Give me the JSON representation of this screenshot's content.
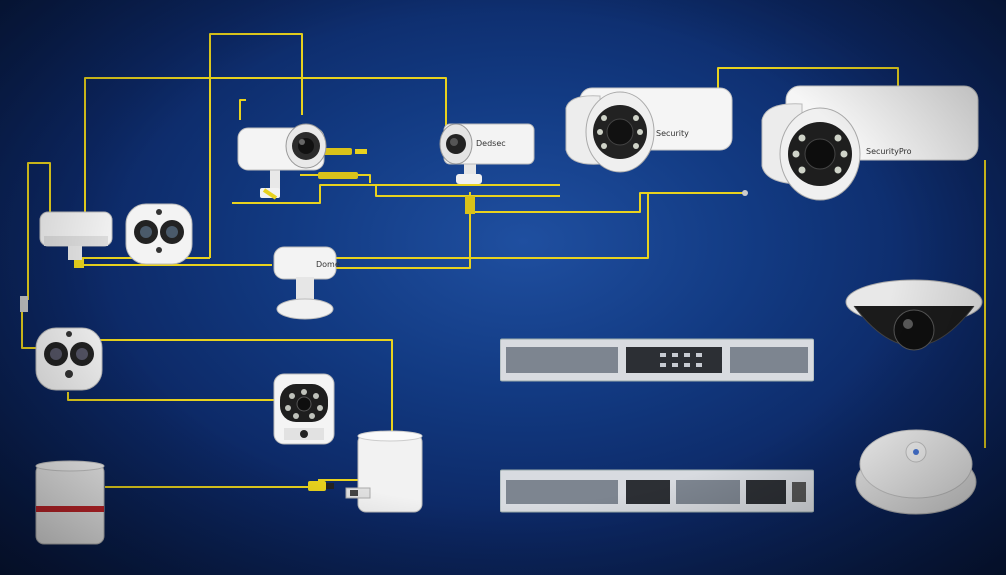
{
  "scene": {
    "description_kind": "illustration",
    "background_color": "#123a82",
    "wire_color": "#e8d21e"
  },
  "labels": {
    "bullet_camera_mid": "Dedsec",
    "bullet_camera_large_1": "Security",
    "bullet_camera_large_2": "SecurityPro",
    "ptz_camera": "Dome"
  },
  "devices": [
    {
      "name": "bullet-camera-small",
      "icon": "bullet-camera-icon"
    },
    {
      "name": "bullet-camera-mid",
      "icon": "bullet-camera-icon"
    },
    {
      "name": "bullet-camera-large-1",
      "icon": "bullet-camera-icon"
    },
    {
      "name": "bullet-camera-large-2",
      "icon": "bullet-camera-icon"
    },
    {
      "name": "sensor-hub",
      "icon": "hub-icon"
    },
    {
      "name": "dual-lens-camera-top",
      "icon": "dual-lens-camera-icon"
    },
    {
      "name": "dual-lens-camera-left",
      "icon": "dual-lens-camera-icon"
    },
    {
      "name": "ptz-camera",
      "icon": "ptz-camera-icon"
    },
    {
      "name": "ir-camera",
      "icon": "ir-camera-icon"
    },
    {
      "name": "cylinder-device-white",
      "icon": "cylinder-icon"
    },
    {
      "name": "cylinder-device-red",
      "icon": "cylinder-icon"
    },
    {
      "name": "nvr-rack-top",
      "icon": "rack-server-icon"
    },
    {
      "name": "nvr-rack-bottom",
      "icon": "rack-server-icon"
    },
    {
      "name": "dome-camera",
      "icon": "dome-camera-icon"
    },
    {
      "name": "smoke-detector",
      "icon": "detector-icon"
    }
  ]
}
